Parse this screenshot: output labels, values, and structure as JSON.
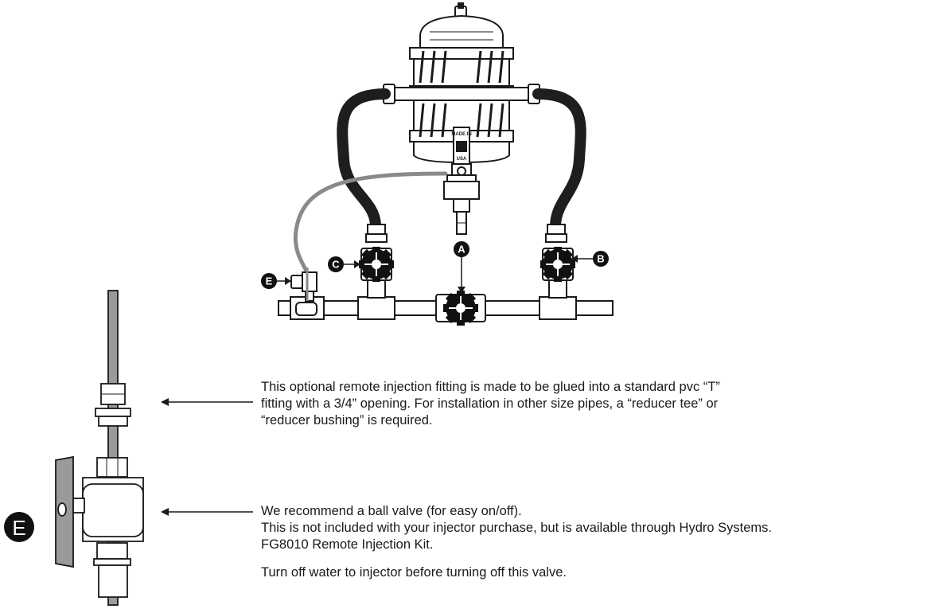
{
  "labels": {
    "a": "A",
    "b": "B",
    "c": "C",
    "e": "E",
    "e_large": "E"
  },
  "unit_plate": [
    "MADE IN",
    "USA"
  ],
  "notes": {
    "fitting": [
      "This optional remote injection fitting is made to be glued into a standard pvc “T”",
      "fitting with a 3/4” opening. For installation in other size pipes, a “reducer tee” or",
      "“reducer bushing” is required."
    ],
    "valve": [
      "We recommend a ball valve (for easy on/off).",
      "This is not included with your injector purchase, but is available through Hydro Systems.",
      "FG8010 Remote Injection Kit."
    ],
    "warning": "Turn off water to injector before turning off this valve."
  },
  "colors": {
    "ink": "#1a1a1a",
    "hose": "#1e1e1e",
    "tube": "#8a8a8a",
    "pipe_fill": "#ffffff"
  }
}
